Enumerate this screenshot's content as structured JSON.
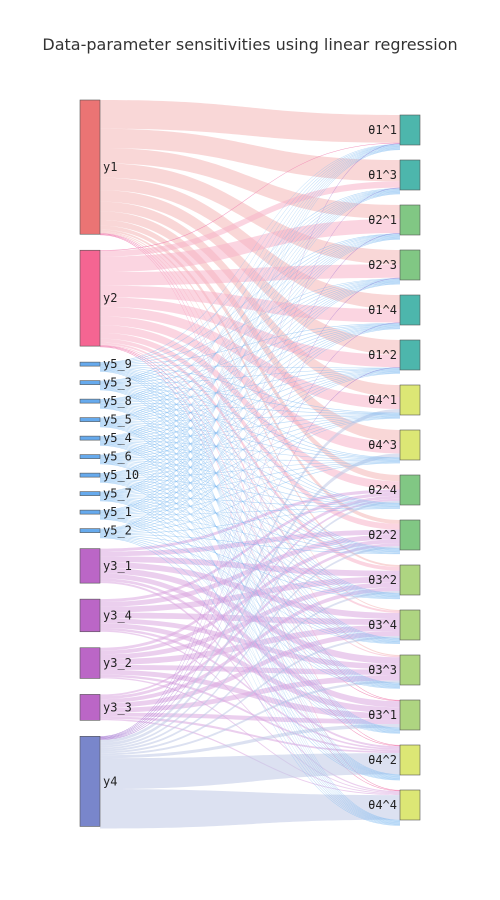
{
  "chart_data": {
    "type": "sankey",
    "title": "Data-parameter sensitivities using linear regression",
    "sources": [
      {
        "id": "y1",
        "label": "y1",
        "weight": 14,
        "color": "#eb7474"
      },
      {
        "id": "y2",
        "label": "y2",
        "weight": 10,
        "color": "#f56592"
      },
      {
        "id": "y5_9",
        "label": "y5_9",
        "weight": 0.35,
        "color": "#66aaed"
      },
      {
        "id": "y5_3",
        "label": "y5_3",
        "weight": 0.35,
        "color": "#66aaed"
      },
      {
        "id": "y5_8",
        "label": "y5_8",
        "weight": 0.35,
        "color": "#66aaed"
      },
      {
        "id": "y5_5",
        "label": "y5_5",
        "weight": 0.35,
        "color": "#66aaed"
      },
      {
        "id": "y5_4",
        "label": "y5_4",
        "weight": 0.35,
        "color": "#66aaed"
      },
      {
        "id": "y5_6",
        "label": "y5_6",
        "weight": 0.35,
        "color": "#66aaed"
      },
      {
        "id": "y5_10",
        "label": "y5_10",
        "weight": 0.35,
        "color": "#66aaed"
      },
      {
        "id": "y5_7",
        "label": "y5_7",
        "weight": 0.35,
        "color": "#66aaed"
      },
      {
        "id": "y5_1",
        "label": "y5_1",
        "weight": 0.35,
        "color": "#66aaed"
      },
      {
        "id": "y5_2",
        "label": "y5_2",
        "weight": 0.35,
        "color": "#66aaed"
      },
      {
        "id": "y3_1",
        "label": "y3_1",
        "weight": 3.6,
        "color": "#bb66c6"
      },
      {
        "id": "y3_4",
        "label": "y3_4",
        "weight": 3.4,
        "color": "#bb66c6"
      },
      {
        "id": "y3_2",
        "label": "y3_2",
        "weight": 3.2,
        "color": "#bb66c6"
      },
      {
        "id": "y3_3",
        "label": "y3_3",
        "weight": 2.7,
        "color": "#bb66c6"
      },
      {
        "id": "y4",
        "label": "y4",
        "weight": 9.4,
        "color": "#7986cb"
      }
    ],
    "targets": [
      {
        "id": "t1",
        "label": "θ1^1",
        "color": "#4db6ac"
      },
      {
        "id": "t2",
        "label": "θ1^3",
        "color": "#4db6ac"
      },
      {
        "id": "t3",
        "label": "θ2^1",
        "color": "#81c784"
      },
      {
        "id": "t4",
        "label": "θ2^3",
        "color": "#81c784"
      },
      {
        "id": "t5",
        "label": "θ1^4",
        "color": "#4db6ac"
      },
      {
        "id": "t6",
        "label": "θ1^2",
        "color": "#4db6ac"
      },
      {
        "id": "t7",
        "label": "θ4^1",
        "color": "#dce775"
      },
      {
        "id": "t8",
        "label": "θ4^3",
        "color": "#dce775"
      },
      {
        "id": "t9",
        "label": "θ2^4",
        "color": "#81c784"
      },
      {
        "id": "t10",
        "label": "θ2^2",
        "color": "#81c784"
      },
      {
        "id": "t11",
        "label": "θ3^2",
        "color": "#aed581"
      },
      {
        "id": "t12",
        "label": "θ3^4",
        "color": "#aed581"
      },
      {
        "id": "t13",
        "label": "θ3^3",
        "color": "#aed581"
      },
      {
        "id": "t14",
        "label": "θ3^1",
        "color": "#aed581"
      },
      {
        "id": "t15",
        "label": "θ4^2",
        "color": "#dce775"
      },
      {
        "id": "t16",
        "label": "θ4^4",
        "color": "#dce775"
      }
    ],
    "link_colors": {
      "y1": "#f4b6b6",
      "y2": "#f8b2c8",
      "y5": "#7ab8f0",
      "y3": "#dba8e0",
      "y4": "#c0c8e6",
      "thin_pink": "#f080b0",
      "thin_purple": "#a070d0"
    },
    "links": [
      {
        "source": "y1",
        "target": "t1",
        "value": 3.0
      },
      {
        "source": "y1",
        "target": "t2",
        "value": 2.0
      },
      {
        "source": "y1",
        "target": "t3",
        "value": 1.6
      },
      {
        "source": "y1",
        "target": "t4",
        "value": 1.5
      },
      {
        "source": "y1",
        "target": "t5",
        "value": 1.3
      },
      {
        "source": "y1",
        "target": "t6",
        "value": 1.2
      },
      {
        "source": "y1",
        "target": "t7",
        "value": 1.0
      },
      {
        "source": "y1",
        "target": "t8",
        "value": 0.9
      },
      {
        "source": "y1",
        "target": "t9",
        "value": 0.6
      },
      {
        "source": "y1",
        "target": "t10",
        "value": 0.4
      },
      {
        "source": "y1",
        "target": "t11",
        "value": 0.2
      },
      {
        "source": "y1",
        "target": "t12",
        "value": 0.1
      },
      {
        "source": "y1",
        "target": "t13",
        "value": 0.1
      },
      {
        "source": "y1",
        "target": "t14",
        "value": 0.05
      },
      {
        "source": "y1",
        "target": "t15",
        "value": 0.03
      },
      {
        "source": "y1",
        "target": "t16",
        "value": 0.02
      },
      {
        "source": "y2",
        "target": "t1",
        "value": 0.02
      },
      {
        "source": "y2",
        "target": "t2",
        "value": 0.6
      },
      {
        "source": "y2",
        "target": "t3",
        "value": 1.6
      },
      {
        "source": "y2",
        "target": "t4",
        "value": 1.4
      },
      {
        "source": "y2",
        "target": "t5",
        "value": 1.2
      },
      {
        "source": "y2",
        "target": "t6",
        "value": 1.0
      },
      {
        "source": "y2",
        "target": "t7",
        "value": 1.0
      },
      {
        "source": "y2",
        "target": "t8",
        "value": 0.9
      },
      {
        "source": "y2",
        "target": "t9",
        "value": 0.8
      },
      {
        "source": "y2",
        "target": "t10",
        "value": 0.6
      },
      {
        "source": "y2",
        "target": "t11",
        "value": 0.4
      },
      {
        "source": "y2",
        "target": "t12",
        "value": 0.2
      },
      {
        "source": "y2",
        "target": "t13",
        "value": 0.1
      },
      {
        "source": "y2",
        "target": "t14",
        "value": 0.05
      },
      {
        "source": "y2",
        "target": "t15",
        "value": 0.05
      },
      {
        "source": "y2",
        "target": "t16",
        "value": 0.02
      },
      {
        "source": "y3_1",
        "target": "t9",
        "value": 0.3
      },
      {
        "source": "y3_1",
        "target": "t10",
        "value": 0.5
      },
      {
        "source": "y3_1",
        "target": "t11",
        "value": 0.6
      },
      {
        "source": "y3_1",
        "target": "t12",
        "value": 0.6
      },
      {
        "source": "y3_1",
        "target": "t13",
        "value": 0.6
      },
      {
        "source": "y3_1",
        "target": "t14",
        "value": 0.5
      },
      {
        "source": "y3_1",
        "target": "t15",
        "value": 0.3
      },
      {
        "source": "y3_1",
        "target": "t16",
        "value": 0.2
      },
      {
        "source": "y3_4",
        "target": "t9",
        "value": 0.3
      },
      {
        "source": "y3_4",
        "target": "t10",
        "value": 0.5
      },
      {
        "source": "y3_4",
        "target": "t11",
        "value": 0.6
      },
      {
        "source": "y3_4",
        "target": "t12",
        "value": 0.6
      },
      {
        "source": "y3_4",
        "target": "t13",
        "value": 0.5
      },
      {
        "source": "y3_4",
        "target": "t14",
        "value": 0.5
      },
      {
        "source": "y3_4",
        "target": "t15",
        "value": 0.25
      },
      {
        "source": "y3_4",
        "target": "t16",
        "value": 0.15
      },
      {
        "source": "y3_2",
        "target": "t9",
        "value": 0.3
      },
      {
        "source": "y3_2",
        "target": "t10",
        "value": 0.4
      },
      {
        "source": "y3_2",
        "target": "t11",
        "value": 0.5
      },
      {
        "source": "y3_2",
        "target": "t12",
        "value": 0.6
      },
      {
        "source": "y3_2",
        "target": "t13",
        "value": 0.5
      },
      {
        "source": "y3_2",
        "target": "t14",
        "value": 0.5
      },
      {
        "source": "y3_2",
        "target": "t15",
        "value": 0.25
      },
      {
        "source": "y3_2",
        "target": "t16",
        "value": 0.15
      },
      {
        "source": "y3_3",
        "target": "t9",
        "value": 0.2
      },
      {
        "source": "y3_3",
        "target": "t10",
        "value": 0.3
      },
      {
        "source": "y3_3",
        "target": "t11",
        "value": 0.4
      },
      {
        "source": "y3_3",
        "target": "t12",
        "value": 0.5
      },
      {
        "source": "y3_3",
        "target": "t13",
        "value": 0.5
      },
      {
        "source": "y3_3",
        "target": "t14",
        "value": 0.4
      },
      {
        "source": "y3_3",
        "target": "t15",
        "value": 0.25
      },
      {
        "source": "y3_3",
        "target": "t16",
        "value": 0.15
      },
      {
        "source": "y4",
        "target": "t1",
        "value": 0.02
      },
      {
        "source": "y4",
        "target": "t2",
        "value": 0.02
      },
      {
        "source": "y4",
        "target": "t3",
        "value": 0.03
      },
      {
        "source": "y4",
        "target": "t4",
        "value": 0.03
      },
      {
        "source": "y4",
        "target": "t5",
        "value": 0.03
      },
      {
        "source": "y4",
        "target": "t6",
        "value": 0.03
      },
      {
        "source": "y4",
        "target": "t7",
        "value": 0.3
      },
      {
        "source": "y4",
        "target": "t8",
        "value": 0.3
      },
      {
        "source": "y4",
        "target": "t9",
        "value": 0.2
      },
      {
        "source": "y4",
        "target": "t10",
        "value": 0.2
      },
      {
        "source": "y4",
        "target": "t11",
        "value": 0.2
      },
      {
        "source": "y4",
        "target": "t12",
        "value": 0.2
      },
      {
        "source": "y4",
        "target": "t13",
        "value": 0.2
      },
      {
        "source": "y4",
        "target": "t14",
        "value": 0.3
      },
      {
        "source": "y4",
        "target": "t15",
        "value": 3.2
      },
      {
        "source": "y4",
        "target": "t16",
        "value": 4.1
      }
    ],
    "dense_family": [
      "y5_9",
      "y5_3",
      "y5_8",
      "y5_5",
      "y5_4",
      "y5_6",
      "y5_10",
      "y5_7",
      "y5_1",
      "y5_2"
    ],
    "dense_value": 0.02
  }
}
